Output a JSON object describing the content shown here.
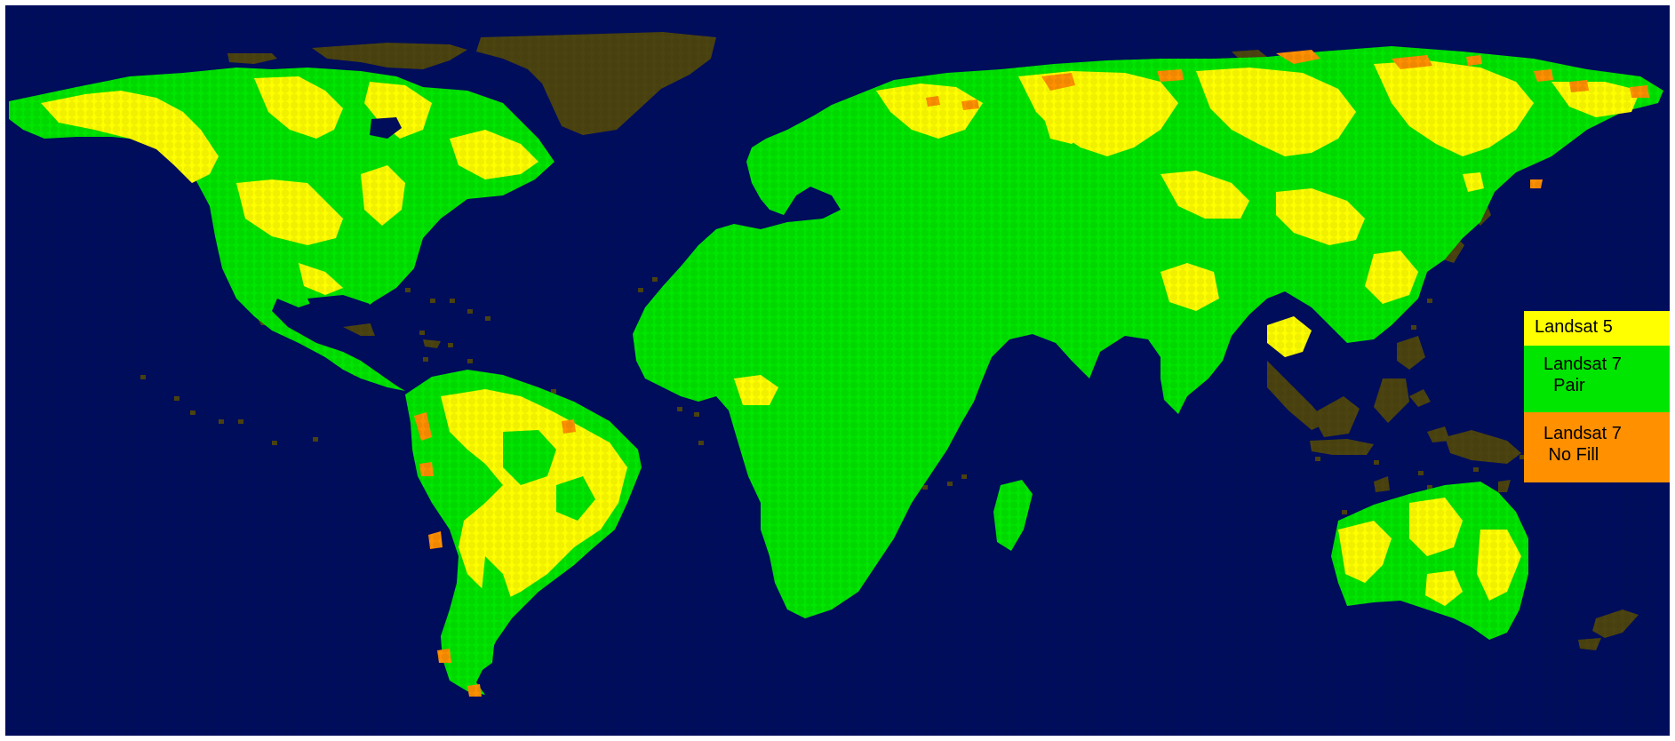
{
  "map": {
    "colors": {
      "ocean": "#000d5e",
      "landsat5": "#ffff00",
      "landsat7_pair": "#00e600",
      "landsat7_no_fill": "#ff9000",
      "no_data_land": "#4c4410"
    }
  },
  "legend": {
    "items": [
      {
        "label": "Landsat 5",
        "color": "#ffff00"
      },
      {
        "label": "Landsat 7\n  Pair",
        "color": "#00e600"
      },
      {
        "label": "Landsat 7\n No Fill",
        "color": "#ff9000"
      }
    ]
  }
}
